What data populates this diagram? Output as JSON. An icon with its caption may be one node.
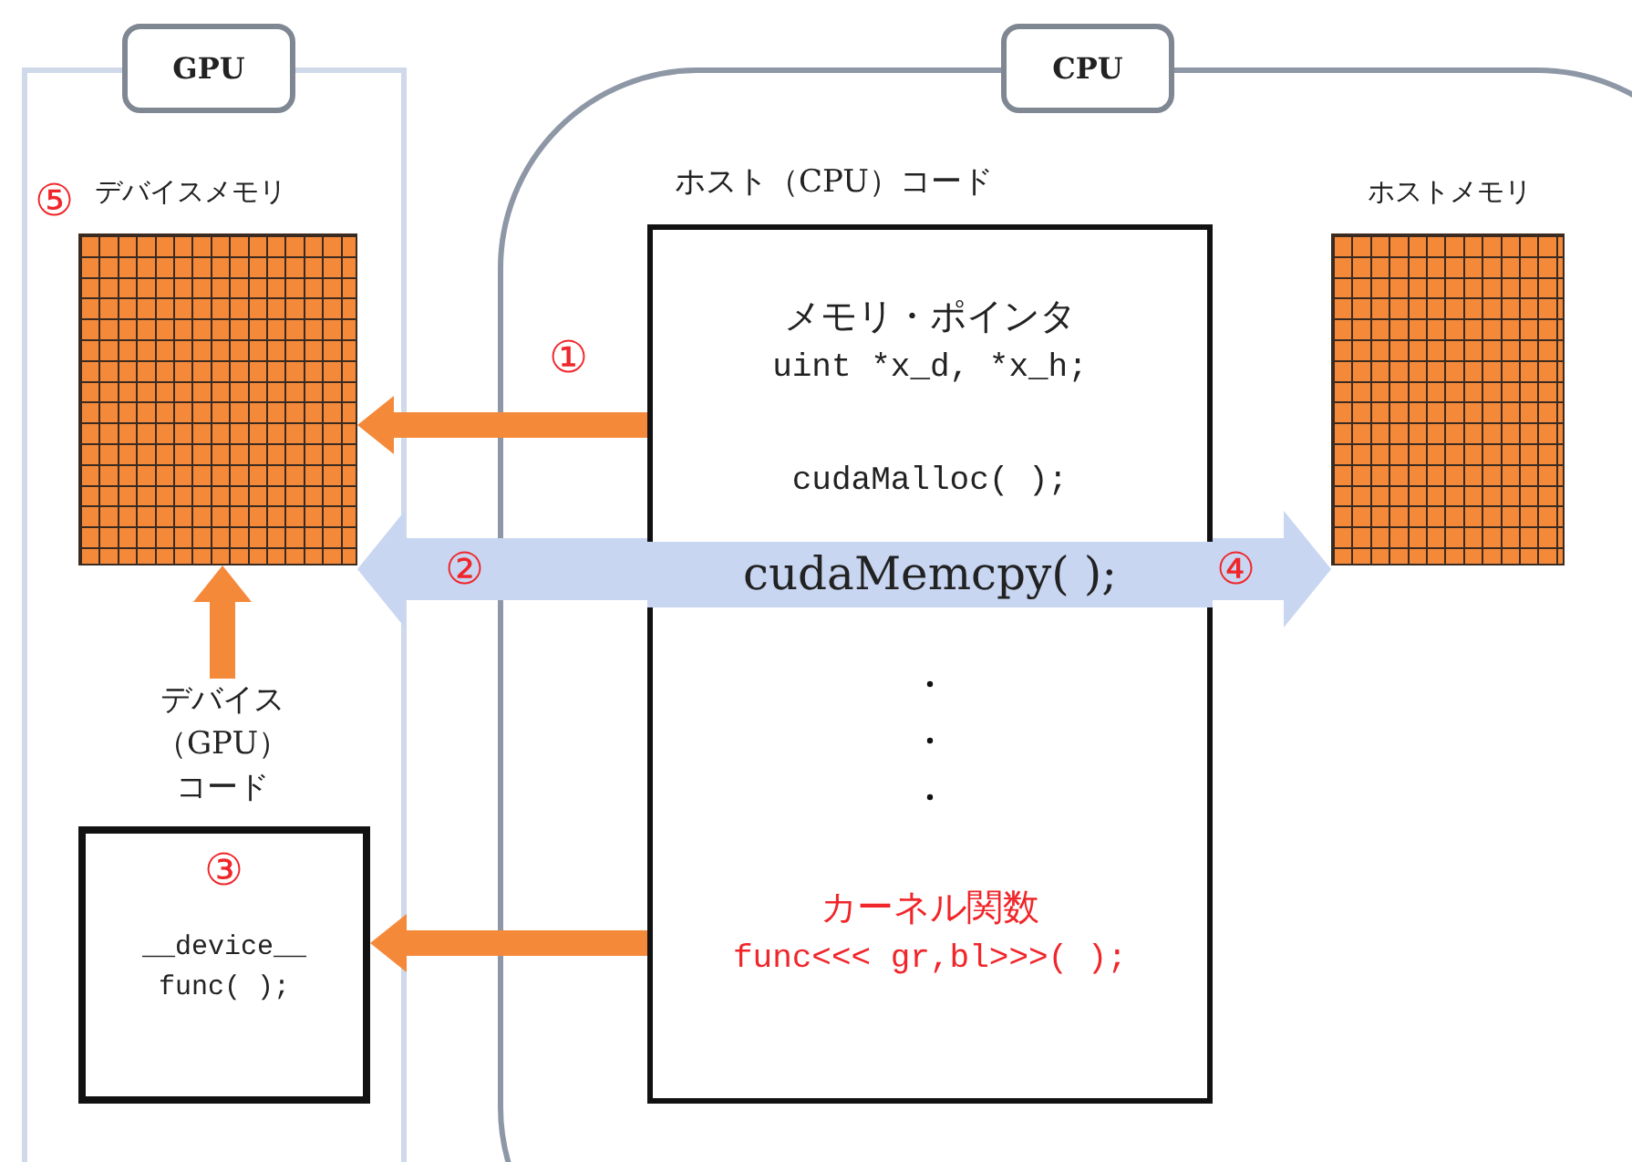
{
  "diagram": {
    "nodes": [
      {
        "text": [
          "GPU"
        ]
      },
      {
        "text": [
          "CPU"
        ]
      },
      {
        "text": [
          "デバイスメモリ"
        ],
        "beside": [
          "⑤"
        ],
        "in": 0
      },
      {
        "text": [
          "デバイス（GPU）コード"
        ],
        "in": 0
      },
      {
        "text": [
          "③",
          "__device__ func( );"
        ],
        "in": 0
      },
      {
        "text": [
          "ホスト（CPU）コード",
          "メモリ・ポインタ",
          "uint *x_d, *x_h;",
          "cudaMalloc( );",
          "cudaMemcpy( );",
          "カーネル関数",
          "func<<< gr,bl>>>( );"
        ],
        "in": 1
      },
      {
        "text": [
          "ホストメモリ"
        ],
        "in": 1
      }
    ],
    "edges": [
      {
        "from": 5,
        "to": 2,
        "arrow": "to",
        "label": "①"
      },
      {
        "from": 5,
        "to": 2,
        "arrow": "to",
        "style": "thick",
        "color": "#c8d6f2"
      },
      {
        "from": 5,
        "to": 6,
        "arrow": "to",
        "style": "thick",
        "color": "#c8d6f2"
      },
      {
        "from": 3,
        "to": 2,
        "arrow": "to"
      },
      {
        "from": 5,
        "to": 4,
        "arrow": "to"
      }
    ],
    "labels": [
      "②",
      "④"
    ]
  }
}
